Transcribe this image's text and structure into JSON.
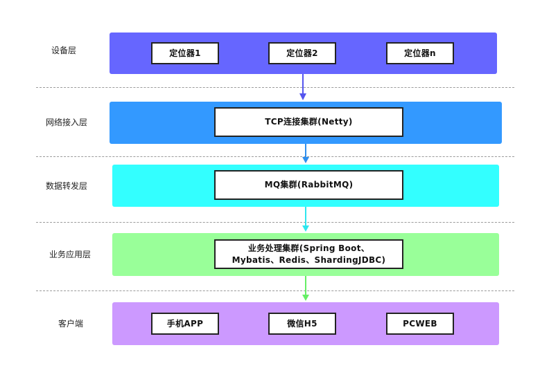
{
  "layers": [
    {
      "id": "device",
      "label": "设备层",
      "color": "#6666ff",
      "nodes": [
        "定位器1",
        "定位器2",
        "定位器n"
      ]
    },
    {
      "id": "network",
      "label": "网络接入层",
      "color": "#3399ff",
      "nodes": [
        "TCP连接集群(Netty)"
      ]
    },
    {
      "id": "forward",
      "label": "数据转发层",
      "color": "#33ffff",
      "nodes": [
        "MQ集群(RabbitMQ)"
      ]
    },
    {
      "id": "business",
      "label": "业务应用层",
      "color": "#99ff99",
      "nodes": [
        "业务处理集群(Spring Boot、\nMybatis、Redis、ShardingJDBC)"
      ]
    },
    {
      "id": "client",
      "label": "客户端",
      "color": "#cc99ff",
      "nodes": [
        "手机APP",
        "微信H5",
        "PCWEB"
      ]
    }
  ]
}
